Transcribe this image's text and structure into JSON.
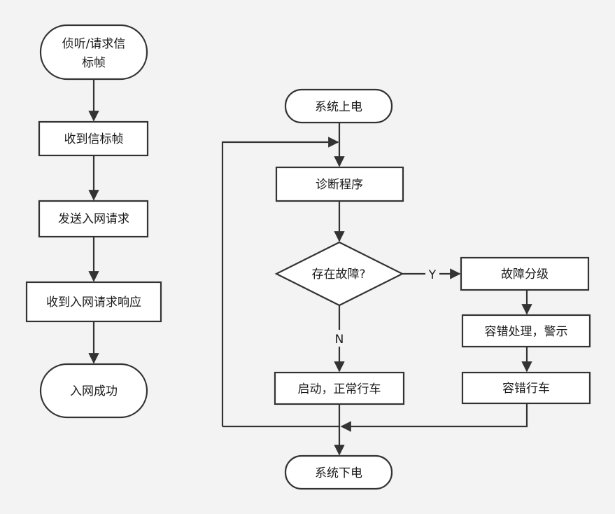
{
  "left_flow": {
    "listen_request_beacon": [
      "侦听/请求信",
      "标帧"
    ],
    "beacon_received": "收到信标帧",
    "send_join_request": "发送入网请求",
    "join_response_received": "收到入网请求响应",
    "join_success": "入网成功"
  },
  "right_flow": {
    "power_on": "系统上电",
    "diagnostics": "诊断程序",
    "fault_check": "存在故障?",
    "start_normal": "启动，正常行车",
    "fault_classify": "故障分级",
    "fault_tolerant_warn": "容错处理，警示",
    "fault_tolerant_drive": "容错行车",
    "power_off": "系统下电",
    "label_yes": "Y",
    "label_no": "N"
  },
  "colors": {
    "background": "#f3f3f3",
    "shape_fill": "#ffffff",
    "stroke": "#333333",
    "text": "#1a1a1a"
  }
}
